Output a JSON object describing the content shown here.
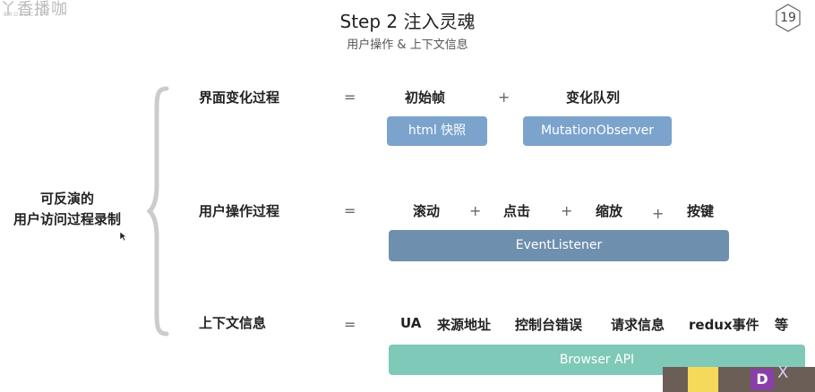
{
  "watermark": {
    "text": "丫香播咖",
    "sub": "BROADCAST"
  },
  "header": {
    "title": "Step 2 注入灵魂",
    "subtitle": "用户操作 & 上下文信息",
    "page_number": "19"
  },
  "left_label": {
    "line1": "可反演的",
    "line2": "用户访问过程录制"
  },
  "rows": [
    {
      "label": "界面变化过程",
      "equals": "=",
      "items": [
        "初始帧",
        "变化队列"
      ],
      "plus": "+",
      "pills": [
        "html 快照",
        "MutationObserver"
      ]
    },
    {
      "label": "用户操作过程",
      "equals": "=",
      "items": [
        "滚动",
        "点击",
        "缩放",
        "按键"
      ],
      "plus": "+",
      "pills": [
        "EventListener"
      ]
    },
    {
      "label": "上下文信息",
      "equals": "=",
      "items": [
        "UA",
        "来源地址",
        "控制台错误",
        "请求信息",
        "redux事件",
        "等"
      ],
      "pills": [
        "Browser API"
      ]
    }
  ],
  "colors": {
    "pill_blue": "#7ba3cc",
    "pill_slate": "#6f8fae",
    "pill_teal": "#7fc9b8",
    "brace": "#cccccc"
  },
  "thumbnails": {
    "d_label": "D",
    "x_label": "X"
  }
}
